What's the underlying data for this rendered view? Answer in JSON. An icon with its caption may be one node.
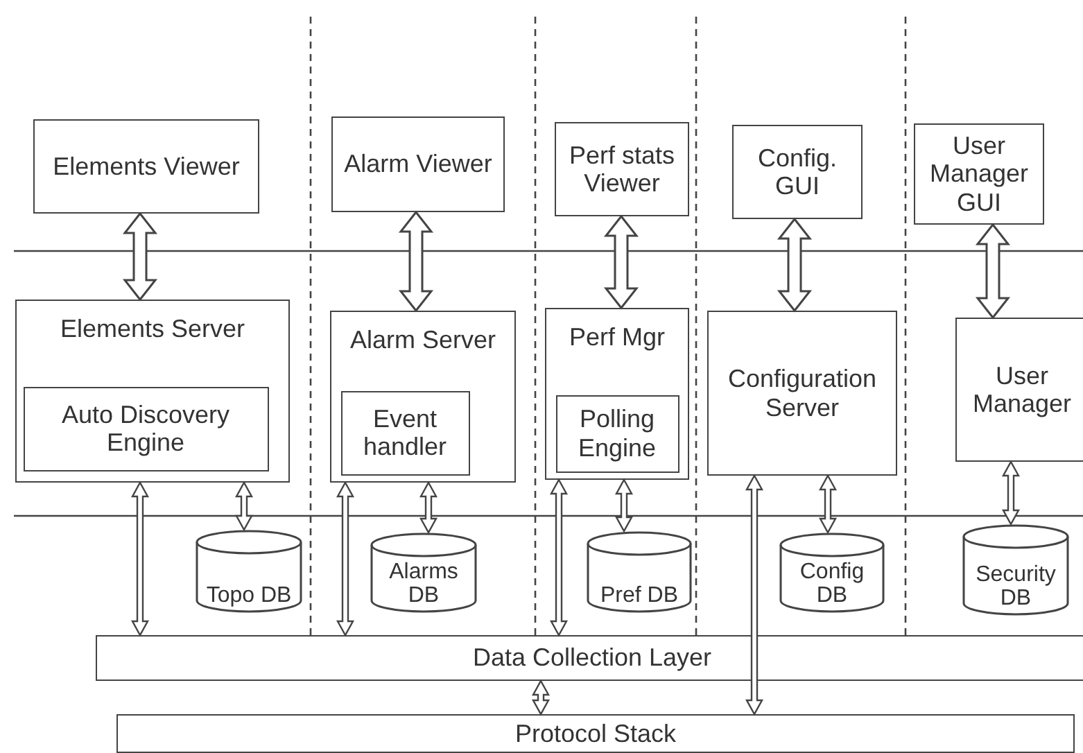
{
  "diagram": {
    "nodes": [
      {
        "text": [
          "Elements Viewer"
        ]
      },
      {
        "text": [
          "Alarm Viewer"
        ]
      },
      {
        "text": [
          "Perf stats Viewer"
        ]
      },
      {
        "text": [
          "Config. GUI"
        ]
      },
      {
        "text": [
          "User Manager GUI"
        ]
      },
      {
        "text": [
          "Elements Server"
        ]
      },
      {
        "text": [
          "Auto Discovery Engine"
        ],
        "in": 5
      },
      {
        "text": [
          "Alarm Server"
        ]
      },
      {
        "text": [
          "Event handler"
        ],
        "in": 7
      },
      {
        "text": [
          "Perf Mgr"
        ]
      },
      {
        "text": [
          "Polling Engine"
        ],
        "in": 9
      },
      {
        "text": [
          "Configuration Server"
        ]
      },
      {
        "text": [
          "User Manager"
        ]
      },
      {
        "text": [
          "Topo DB"
        ]
      },
      {
        "text": [
          "Alarms DB"
        ]
      },
      {
        "text": [
          "Pref DB"
        ]
      },
      {
        "text": [
          "Config DB"
        ]
      },
      {
        "text": [
          "Security DB"
        ]
      },
      {
        "text": [
          "Data Collection Layer"
        ]
      },
      {
        "text": [
          "Protocol Stack"
        ]
      }
    ],
    "edges": [
      {
        "from": 0,
        "to": 5,
        "arrow": "both",
        "style": "thick"
      },
      {
        "from": 1,
        "to": 7,
        "arrow": "both",
        "style": "thick"
      },
      {
        "from": 2,
        "to": 9,
        "arrow": "both",
        "style": "thick"
      },
      {
        "from": 3,
        "to": 11,
        "arrow": "both",
        "style": "thick"
      },
      {
        "from": 4,
        "to": 12,
        "arrow": "both",
        "style": "thick"
      },
      {
        "from": 5,
        "to": 13,
        "arrow": "both"
      },
      {
        "from": 5,
        "to": 18,
        "arrow": "both"
      },
      {
        "from": 7,
        "to": 14,
        "arrow": "both"
      },
      {
        "from": 7,
        "to": 18,
        "arrow": "both"
      },
      {
        "from": 9,
        "to": 15,
        "arrow": "both"
      },
      {
        "from": 9,
        "to": 18,
        "arrow": "both"
      },
      {
        "from": 11,
        "to": 16,
        "arrow": "both"
      },
      {
        "from": 11,
        "to": 19,
        "arrow": "both"
      },
      {
        "from": 12,
        "to": 17,
        "arrow": "both"
      },
      {
        "from": 18,
        "to": 19,
        "arrow": "both"
      }
    ]
  }
}
